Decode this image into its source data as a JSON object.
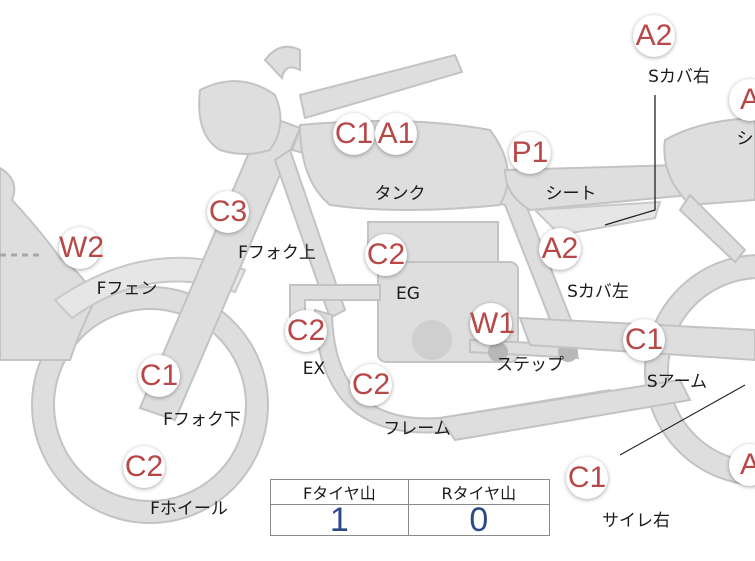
{
  "callouts": {
    "tank": {
      "code1": "C1",
      "code2": "A1",
      "label": "タンク"
    },
    "seat": {
      "code": "P1",
      "label": "シート"
    },
    "scover_r": {
      "code": "A2",
      "label": "Sカバ右"
    },
    "scover_l": {
      "code": "A2",
      "label": "Sカバ左"
    },
    "top_right": {
      "code": "A",
      "label": "シ"
    },
    "ffork_top": {
      "code": "C3",
      "label": "Fフォク上"
    },
    "ffender": {
      "code": "W2",
      "label": "Fフェン"
    },
    "engine": {
      "code": "C2",
      "label": "EG"
    },
    "exhaust": {
      "code": "C2",
      "label": "EX"
    },
    "step": {
      "code": "W1",
      "label": "ステップ"
    },
    "sarm": {
      "code": "C1",
      "label": "Sアーム"
    },
    "ffork_bot": {
      "code": "C1",
      "label": "Fフォク下"
    },
    "frame": {
      "code": "C2",
      "label": "フレーム"
    },
    "fwheel": {
      "code": "C2",
      "label": "Fホイール"
    },
    "silencer": {
      "code": "C1",
      "label": "サイレ右"
    },
    "bottom_right": {
      "code": "A"
    }
  },
  "tire_table": {
    "headers": [
      "Fタイヤ山",
      "Rタイヤ山"
    ],
    "values": [
      "1",
      "0"
    ]
  },
  "colors": {
    "code": "#b84848",
    "tire_value": "#2c4a8a",
    "part": "#dedede"
  }
}
